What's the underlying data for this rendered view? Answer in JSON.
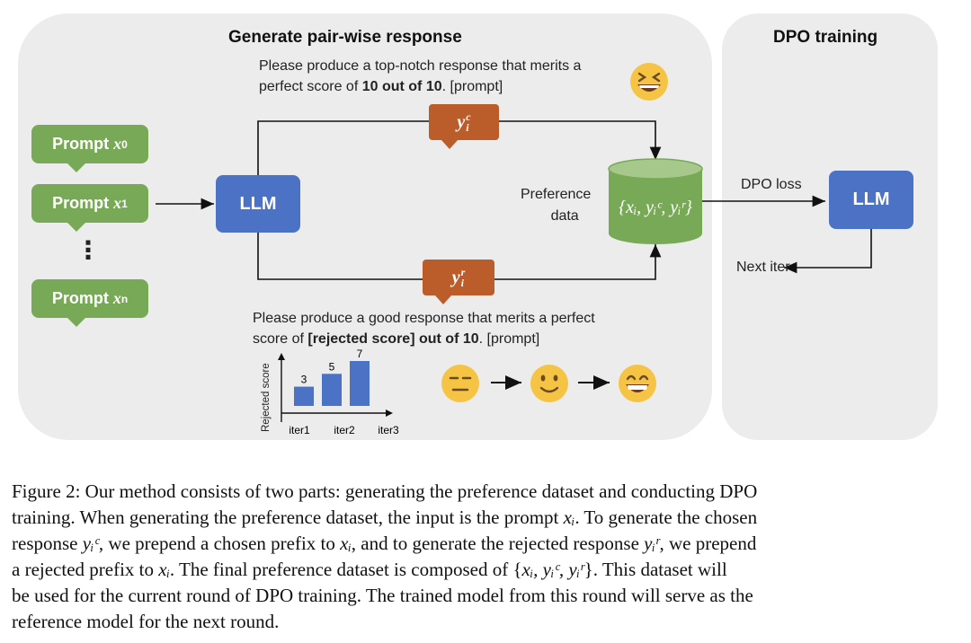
{
  "figure": {
    "left_panel_title": "Generate pair-wise response",
    "right_panel_title": "DPO training",
    "chosen_prompt_line1": "Please produce a top-notch response that merits a",
    "chosen_prompt_line2_pre": "perfect score of ",
    "chosen_prompt_line2_bold": "10 out of 10",
    "chosen_prompt_line2_post": ". [prompt]",
    "rejected_prompt_line1": "Please produce a good response that merits a perfect",
    "rejected_prompt_line2_pre": "score of ",
    "rejected_prompt_line2_bold": "[rejected score] out of 10",
    "rejected_prompt_line2_post": ". [prompt]",
    "prompts": [
      {
        "label": "Prompt ",
        "var": "x",
        "sub": "0"
      },
      {
        "label": "Prompt ",
        "var": "x",
        "sub": "1"
      },
      {
        "label": "Prompt ",
        "var": "x",
        "sub": "n"
      }
    ],
    "ellipsis": "⋮",
    "llm_left": "LLM",
    "llm_right": "LLM",
    "y_chosen": "y",
    "y_chosen_sup": "c",
    "y_chosen_sub": "i",
    "y_rejected": "y",
    "y_rejected_sup": "r",
    "y_rejected_sub": "i",
    "preference_label_1": "Preference",
    "preference_label_2": "data",
    "dataset_formula": "{xᵢ, yᵢᶜ, yᵢʳ}",
    "dpo_loss": "DPO loss",
    "next_iter": "Next iter",
    "emoji_names": [
      "laughing-face-icon",
      "neutral-face-icon",
      "slight-smile-icon",
      "grinning-face-icon"
    ]
  },
  "chart_data": {
    "type": "bar",
    "categories": [
      "iter1",
      "iter2",
      "iter3"
    ],
    "values": [
      3,
      5,
      7
    ],
    "ylabel": "Rejected score",
    "xlabel": "",
    "color": "#4b72c4"
  },
  "caption": {
    "line1": "Figure 2: Our method consists of two parts: generating the preference dataset and conducting DPO",
    "line2a": "training. When generating the preference dataset, the input is the prompt ",
    "line2b": "xᵢ",
    "line2c": ". To generate the chosen",
    "line3a": "response ",
    "line3b": "yᵢᶜ",
    "line3c": ", we prepend a chosen prefix to ",
    "line3d": "xᵢ",
    "line3e": ", and to generate the rejected response ",
    "line3f": "yᵢʳ",
    "line3g": ", we prepend",
    "line4a": "a rejected prefix to ",
    "line4b": "xᵢ",
    "line4c": ". The final preference dataset is composed of {",
    "line4d": "xᵢ, yᵢᶜ, yᵢʳ",
    "line4e": "}. This dataset will",
    "line5": "be used for the current round of DPO training. The trained model from this round will serve as the",
    "line6": "reference model for the next round."
  }
}
